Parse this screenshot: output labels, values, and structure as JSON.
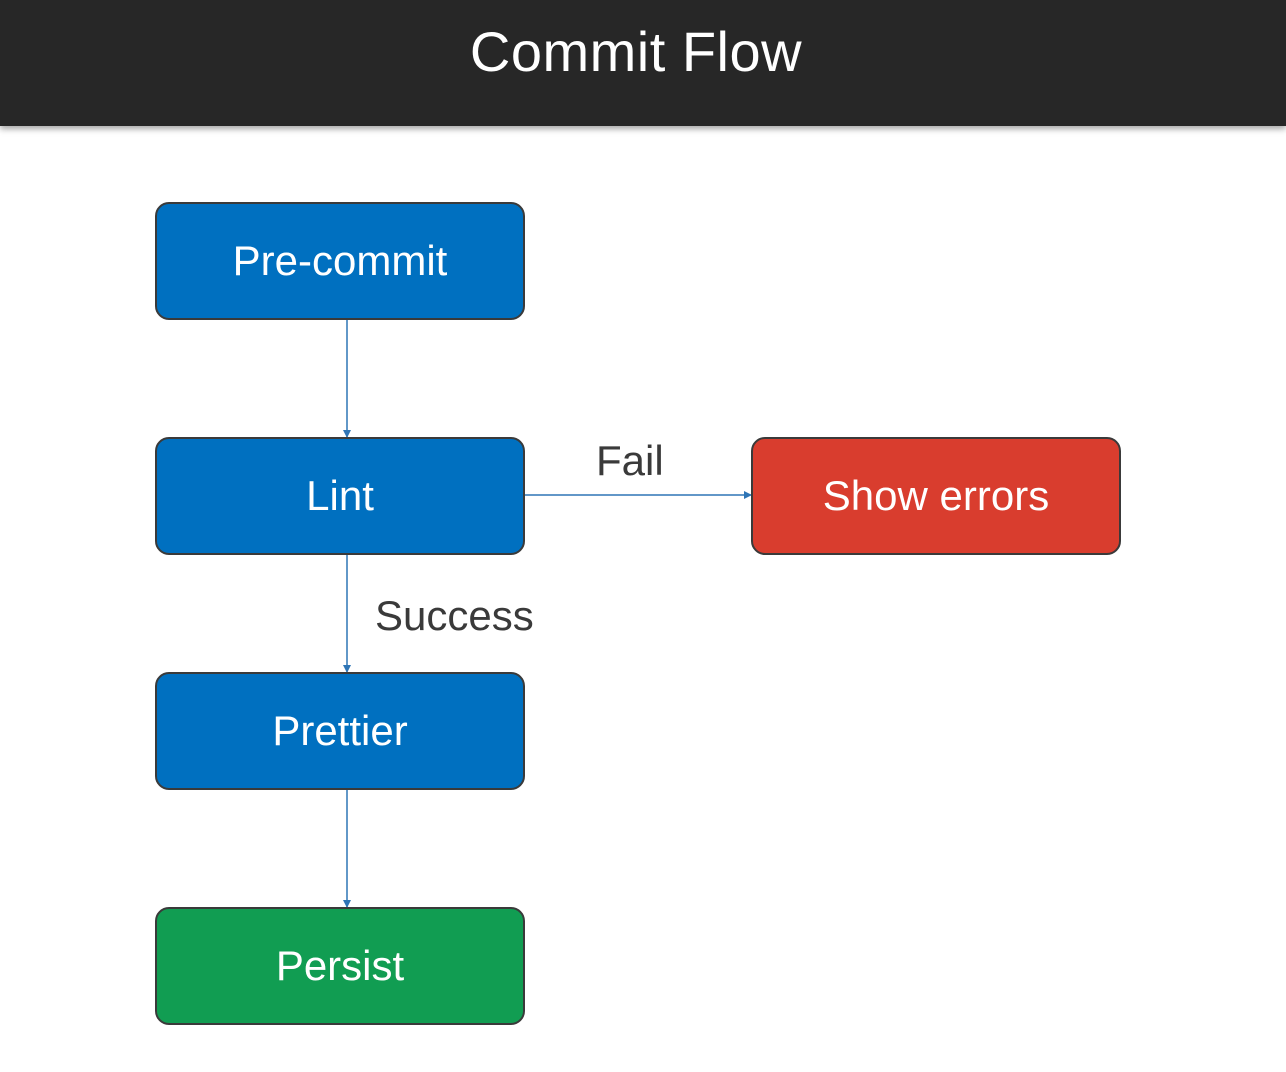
{
  "title": "Commit Flow",
  "nodes": {
    "precommit": {
      "label": "Pre-commit",
      "color": "#0070c0"
    },
    "lint": {
      "label": "Lint",
      "color": "#0070c0"
    },
    "prettier": {
      "label": "Prettier",
      "color": "#0070c0"
    },
    "persist": {
      "label": "Persist",
      "color": "#119d52"
    },
    "show_errors": {
      "label": "Show errors",
      "color": "#d93d2e"
    }
  },
  "edges": {
    "fail_label": "Fail",
    "success_label": "Success"
  },
  "colors": {
    "header": "#272727",
    "connector": "#2e75b6"
  }
}
